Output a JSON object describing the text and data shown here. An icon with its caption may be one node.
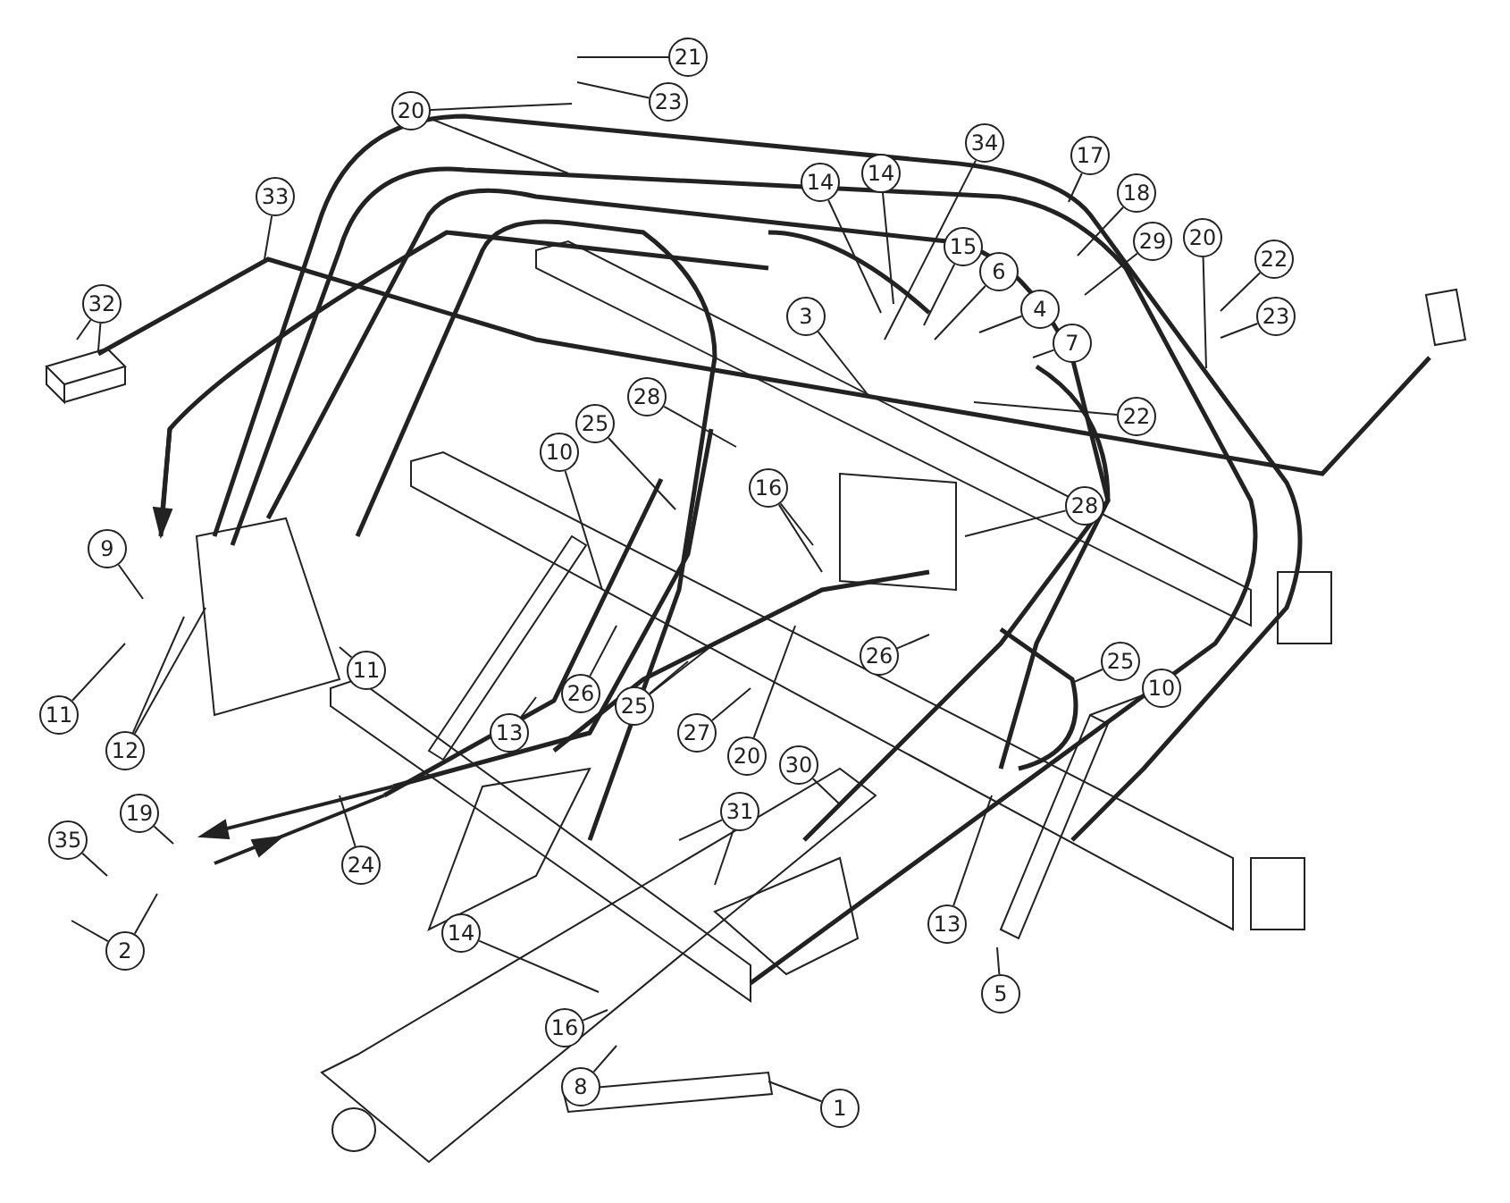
{
  "diagram": {
    "nodes": [
      {
        "text": [
          "21"
        ]
      },
      {
        "text": [
          "23"
        ]
      },
      {
        "text": [
          "20"
        ]
      },
      {
        "text": [
          "33"
        ]
      },
      {
        "text": [
          "32"
        ]
      },
      {
        "text": [
          "14"
        ]
      },
      {
        "text": [
          "14"
        ]
      },
      {
        "text": [
          "34"
        ]
      },
      {
        "text": [
          "17"
        ]
      },
      {
        "text": [
          "18"
        ]
      },
      {
        "text": [
          "29"
        ]
      },
      {
        "text": [
          "20"
        ]
      },
      {
        "text": [
          "22"
        ]
      },
      {
        "text": [
          "23"
        ]
      },
      {
        "text": [
          "15"
        ]
      },
      {
        "text": [
          "6"
        ]
      },
      {
        "text": [
          "4"
        ]
      },
      {
        "text": [
          "7"
        ]
      },
      {
        "text": [
          "3"
        ]
      },
      {
        "text": [
          "22"
        ]
      },
      {
        "text": [
          "28"
        ]
      },
      {
        "text": [
          "25"
        ]
      },
      {
        "text": [
          "10"
        ]
      },
      {
        "text": [
          "16"
        ]
      },
      {
        "text": [
          "28"
        ]
      },
      {
        "text": [
          "9"
        ]
      },
      {
        "text": [
          "11"
        ]
      },
      {
        "text": [
          "11"
        ]
      },
      {
        "text": [
          "12"
        ]
      },
      {
        "text": [
          "26"
        ]
      },
      {
        "text": [
          "25"
        ]
      },
      {
        "text": [
          "13"
        ]
      },
      {
        "text": [
          "26"
        ]
      },
      {
        "text": [
          "27"
        ]
      },
      {
        "text": [
          "20"
        ]
      },
      {
        "text": [
          "25"
        ]
      },
      {
        "text": [
          "10"
        ]
      },
      {
        "text": [
          "30"
        ]
      },
      {
        "text": [
          "31"
        ]
      },
      {
        "text": [
          "13"
        ]
      },
      {
        "text": [
          "5"
        ]
      },
      {
        "text": [
          "19"
        ]
      },
      {
        "text": [
          "35"
        ]
      },
      {
        "text": [
          "2"
        ]
      },
      {
        "text": [
          "24"
        ]
      },
      {
        "text": [
          "14"
        ]
      },
      {
        "text": [
          "16"
        ]
      },
      {
        "text": [
          "8"
        ]
      },
      {
        "text": [
          "1"
        ]
      }
    ],
    "edges": [
      {
        "from": 0,
        "to": null,
        "arrow": "none"
      },
      {
        "from": 1,
        "to": null,
        "arrow": "none"
      },
      {
        "from": 2,
        "to": null,
        "arrow": "none"
      },
      {
        "from": 2,
        "to": null,
        "arrow": "none"
      },
      {
        "from": 3,
        "to": null,
        "arrow": "none"
      },
      {
        "from": 4,
        "to": null,
        "arrow": "none"
      },
      {
        "from": 4,
        "to": null,
        "arrow": "none"
      },
      {
        "from": 5,
        "to": null,
        "arrow": "none"
      },
      {
        "from": 6,
        "to": null,
        "arrow": "none"
      },
      {
        "from": 7,
        "to": null,
        "arrow": "none"
      },
      {
        "from": 8,
        "to": null,
        "arrow": "none"
      },
      {
        "from": 9,
        "to": null,
        "arrow": "none"
      },
      {
        "from": 10,
        "to": null,
        "arrow": "none"
      },
      {
        "from": 11,
        "to": null,
        "arrow": "none"
      },
      {
        "from": 12,
        "to": null,
        "arrow": "none"
      },
      {
        "from": 13,
        "to": null,
        "arrow": "none"
      },
      {
        "from": 14,
        "to": null,
        "arrow": "none"
      },
      {
        "from": 15,
        "to": null,
        "arrow": "none"
      },
      {
        "from": 16,
        "to": null,
        "arrow": "none"
      },
      {
        "from": 17,
        "to": null,
        "arrow": "none"
      },
      {
        "from": 18,
        "to": null,
        "arrow": "none"
      },
      {
        "from": 19,
        "to": null,
        "arrow": "none"
      },
      {
        "from": 20,
        "to": null,
        "arrow": "none"
      },
      {
        "from": 21,
        "to": null,
        "arrow": "none"
      },
      {
        "from": 22,
        "to": null,
        "arrow": "none"
      },
      {
        "from": 23,
        "to": null,
        "arrow": "none"
      },
      {
        "from": 23,
        "to": null,
        "arrow": "none"
      },
      {
        "from": 24,
        "to": null,
        "arrow": "none"
      },
      {
        "from": 25,
        "to": null,
        "arrow": "none"
      },
      {
        "from": 26,
        "to": null,
        "arrow": "none"
      },
      {
        "from": 27,
        "to": null,
        "arrow": "none"
      },
      {
        "from": 28,
        "to": null,
        "arrow": "none"
      },
      {
        "from": 28,
        "to": null,
        "arrow": "none"
      },
      {
        "from": 29,
        "to": null,
        "arrow": "none"
      },
      {
        "from": 30,
        "to": null,
        "arrow": "none"
      },
      {
        "from": 30,
        "to": null,
        "arrow": "none"
      },
      {
        "from": 31,
        "to": null,
        "arrow": "none"
      },
      {
        "from": 32,
        "to": null,
        "arrow": "none"
      },
      {
        "from": 33,
        "to": null,
        "arrow": "none"
      },
      {
        "from": 34,
        "to": null,
        "arrow": "none"
      },
      {
        "from": 35,
        "to": null,
        "arrow": "none"
      },
      {
        "from": 36,
        "to": null,
        "arrow": "none"
      },
      {
        "from": 37,
        "to": null,
        "arrow": "none"
      },
      {
        "from": 38,
        "to": null,
        "arrow": "none"
      },
      {
        "from": 38,
        "to": null,
        "arrow": "none"
      },
      {
        "from": 39,
        "to": null,
        "arrow": "none"
      },
      {
        "from": 40,
        "to": null,
        "arrow": "none"
      },
      {
        "from": 41,
        "to": null,
        "arrow": "none"
      },
      {
        "from": 42,
        "to": null,
        "arrow": "none"
      },
      {
        "from": 43,
        "to": null,
        "arrow": "none"
      },
      {
        "from": 43,
        "to": null,
        "arrow": "none"
      },
      {
        "from": 44,
        "to": null,
        "arrow": "none"
      },
      {
        "from": 45,
        "to": null,
        "arrow": "none"
      },
      {
        "from": 46,
        "to": null,
        "arrow": "none"
      },
      {
        "from": 47,
        "to": null,
        "arrow": "none"
      },
      {
        "from": 48,
        "to": null,
        "arrow": "none"
      }
    ]
  }
}
